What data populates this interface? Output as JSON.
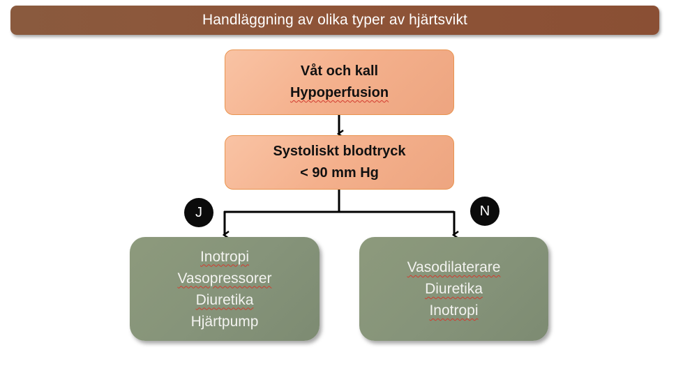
{
  "title": "Handläggning av olika typer av hjärtsvikt",
  "nodes": {
    "start": {
      "lines": [
        "Våt och kall",
        "Hypoperfusion"
      ]
    },
    "condition": {
      "lines": [
        "Systoliskt blodtryck",
        "< 90 mm Hg"
      ]
    },
    "yes_branch": {
      "badge": "J",
      "lines": [
        "Inotropi",
        "Vasopressorer",
        "Diuretika",
        "Hjärtpump"
      ]
    },
    "no_branch": {
      "badge": "N",
      "lines": [
        "Vasodilaterare",
        "Diuretika",
        "Inotropi"
      ]
    }
  },
  "colors": {
    "title_bar": "#8b5237",
    "orange_box": "#f4b08c",
    "orange_border": "#e9944f",
    "green_box": "#86947a",
    "badge": "#0b0b0b"
  }
}
